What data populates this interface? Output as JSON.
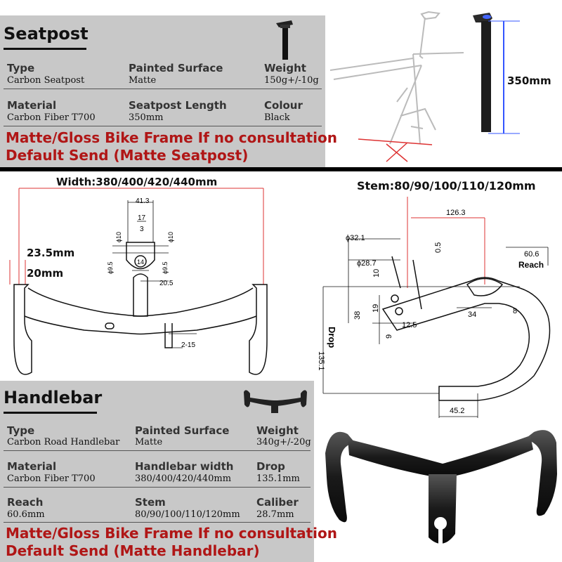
{
  "seatpost": {
    "title": "Seatpost",
    "type_label": "Type",
    "type_value": "Carbon Seatpost",
    "surface_label": "Painted Surface",
    "surface_value": "Matte",
    "weight_label": "Weight",
    "weight_value": "150g+/-10g",
    "material_label": "Material",
    "material_value": "Carbon Fiber T700",
    "length_label": "Seatpost Length",
    "length_value": "350mm",
    "colour_label": "Colour",
    "colour_value": "Black",
    "note_line1": "Matte/Gloss Bike Frame If no consultation",
    "note_line2": "Default Send (Matte Seatpost)",
    "dimension": "350mm"
  },
  "handlebar": {
    "title": "Handlebar",
    "type_label": "Type",
    "type_value": "Carbon Road Handlebar",
    "surface_label": "Painted Surface",
    "surface_value": "Matte",
    "weight_label": "Weight",
    "weight_value": "340g+/-20g",
    "material_label": "Material",
    "material_value": "Carbon Fiber T700",
    "width_label": "Handlebar width",
    "width_value": "380/400/420/440mm",
    "drop_label": "Drop",
    "drop_value": "135.1mm",
    "reach_label": "Reach",
    "reach_value": "60.6mm",
    "stem_label": "Stem",
    "stem_value": "80/90/100/110/120mm",
    "caliber_label": "Caliber",
    "caliber_value": "28.7mm",
    "note_line1": "Matte/Gloss Bike Frame If no consultation",
    "note_line2": "Default Send (Matte Handlebar)"
  },
  "front_drawing": {
    "width_label": "Width:380/400/420/440mm",
    "dim_41_3": "41.3",
    "dim_17": "17",
    "dim_3": "3",
    "dim_14": "14",
    "dim_phi10_left": "ϕ10",
    "dim_phi10_right": "ϕ10",
    "dim_phi9_5_left": "ϕ9.5",
    "dim_phi9_5_right": "ϕ9.5",
    "dim_20_5": "20.5",
    "dim_23_5": "23.5mm",
    "dim_20": "20mm",
    "dim_2_15": "2-15"
  },
  "side_drawing": {
    "stem_label": "Stem:80/90/100/110/120mm",
    "dim_126_3": "126.3",
    "dim_phi32_1": "ϕ32.1",
    "dim_phi28_7": "ϕ28.7",
    "dim_0_5": "0.5",
    "dim_10": "10",
    "dim_60_6": "60.6",
    "reach_word": "Reach",
    "dim_38": "38",
    "dim_19": "19",
    "dim_12_5": "12.5",
    "dim_9": "9",
    "dim_34": "34",
    "dim_8": "8",
    "dim_135_1": "135.1",
    "drop_word": "Drop",
    "dim_45_2": "45.2"
  }
}
